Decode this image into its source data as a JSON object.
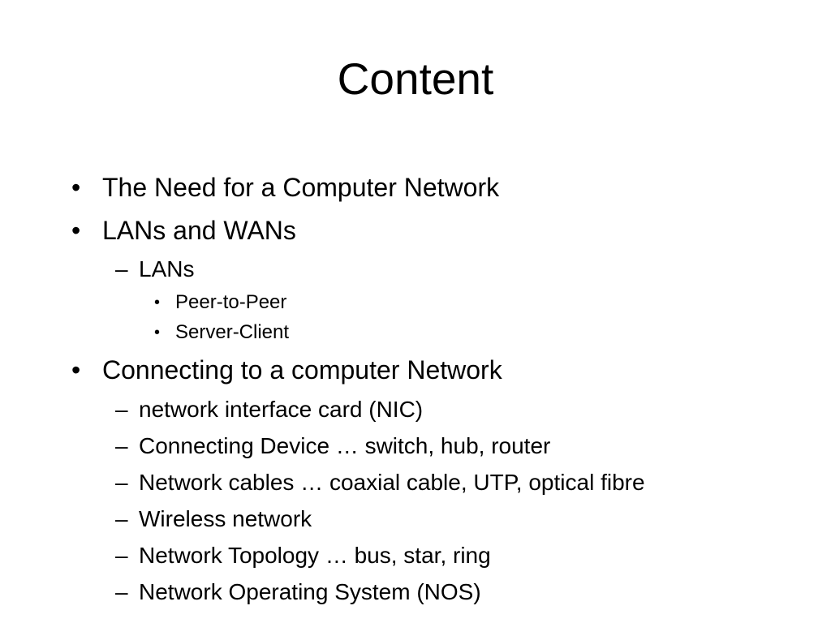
{
  "slide": {
    "title": "Content",
    "items": [
      {
        "level": 1,
        "marker": "•",
        "text": "The Need for a Computer Network"
      },
      {
        "level": 1,
        "marker": "•",
        "text": "LANs and WANs"
      },
      {
        "level": 2,
        "marker": "–",
        "text": "LANs"
      },
      {
        "level": 3,
        "marker": "•",
        "text": "Peer-to-Peer"
      },
      {
        "level": 3,
        "marker": "•",
        "text": "Server-Client"
      },
      {
        "level": 1,
        "marker": "•",
        "text": "Connecting to a computer Network"
      },
      {
        "level": 2,
        "marker": "–",
        "text": "network interface card (NIC)"
      },
      {
        "level": 2,
        "marker": "–",
        "text": "Connecting Device … switch, hub, router"
      },
      {
        "level": 2,
        "marker": "–",
        "text": "Network cables … coaxial cable, UTP, optical fibre"
      },
      {
        "level": 2,
        "marker": "–",
        "text": "Wireless network"
      },
      {
        "level": 2,
        "marker": "–",
        "text": "Network Topology … bus, star, ring"
      },
      {
        "level": 2,
        "marker": "–",
        "text": "Network Operating System (NOS)"
      }
    ]
  }
}
